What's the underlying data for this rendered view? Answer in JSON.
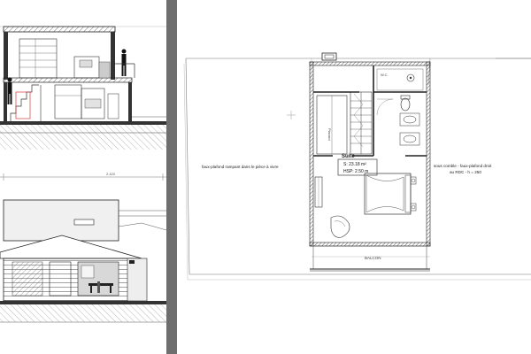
{
  "plan": {
    "room_name": "Suite",
    "room_area": "S:  23.18 m²",
    "room_height": "HSP: 2.50 m",
    "left_note": "faux-plafond rampant dans le pièce à vivre",
    "right_note_line1": "sous comble - faux-plafond droit",
    "right_note_line2": "au RDC - h = 250",
    "balcony_label": "BALCON",
    "wc_label": "W.C.",
    "storage_label": "Placard"
  },
  "section": {
    "dimension_label": "2.420"
  },
  "colors": {
    "viewer_gutter": "#6e6e6e",
    "line": "#1a1a1a",
    "hatch": "#555555",
    "accent": "#d23a3a"
  }
}
